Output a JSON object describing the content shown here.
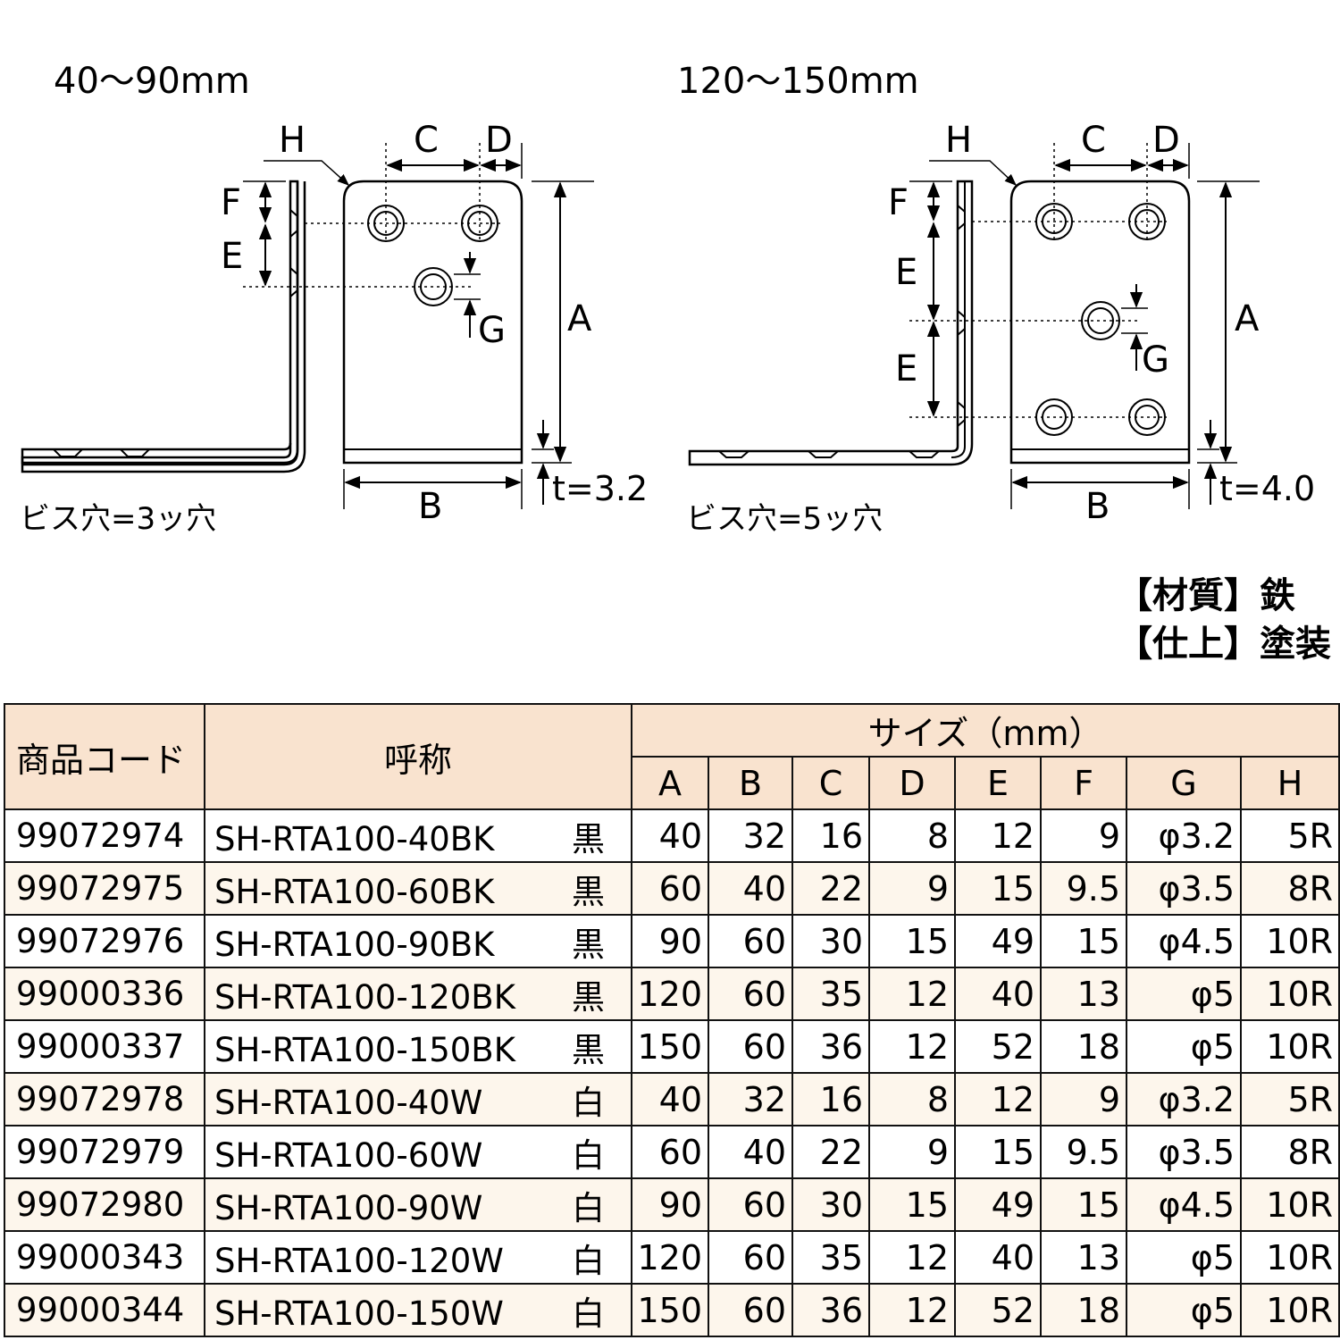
{
  "drawing_small": {
    "range": "40～90mm",
    "hole_note": "ビス穴=3ッ穴",
    "thickness": "t=3.2",
    "labels": {
      "A": "A",
      "B": "B",
      "C": "C",
      "D": "D",
      "E": "E",
      "F": "F",
      "G": "G",
      "H": "H"
    }
  },
  "drawing_large": {
    "range": "120～150mm",
    "hole_note": "ビス穴=5ッ穴",
    "thickness": "t=4.0",
    "labels": {
      "A": "A",
      "B": "B",
      "C": "C",
      "D": "D",
      "E": "E",
      "F": "F",
      "G": "G",
      "H": "H"
    }
  },
  "material": {
    "material_line": "【材質】鉄",
    "finish_line": "【仕上】塗装"
  },
  "table": {
    "header_code": "商品コード",
    "header_name": "呼称",
    "header_size": "サイズ（mm）",
    "size_columns": [
      "A",
      "B",
      "C",
      "D",
      "E",
      "F",
      "G",
      "H"
    ],
    "rows": [
      {
        "code": "99072974",
        "name": "SH-RTA100-40BK",
        "color": "黒",
        "A": "40",
        "B": "32",
        "C": "16",
        "D": "8",
        "E": "12",
        "F": "9",
        "G": "φ3.2",
        "H": "5R"
      },
      {
        "code": "99072975",
        "name": "SH-RTA100-60BK",
        "color": "黒",
        "A": "60",
        "B": "40",
        "C": "22",
        "D": "9",
        "E": "15",
        "F": "9.5",
        "G": "φ3.5",
        "H": "8R"
      },
      {
        "code": "99072976",
        "name": "SH-RTA100-90BK",
        "color": "黒",
        "A": "90",
        "B": "60",
        "C": "30",
        "D": "15",
        "E": "49",
        "F": "15",
        "G": "φ4.5",
        "H": "10R"
      },
      {
        "code": "99000336",
        "name": "SH-RTA100-120BK",
        "color": "黒",
        "A": "120",
        "B": "60",
        "C": "35",
        "D": "12",
        "E": "40",
        "F": "13",
        "G": "φ5",
        "H": "10R"
      },
      {
        "code": "99000337",
        "name": "SH-RTA100-150BK",
        "color": "黒",
        "A": "150",
        "B": "60",
        "C": "36",
        "D": "12",
        "E": "52",
        "F": "18",
        "G": "φ5",
        "H": "10R"
      },
      {
        "code": "99072978",
        "name": "SH-RTA100-40W",
        "color": "白",
        "A": "40",
        "B": "32",
        "C": "16",
        "D": "8",
        "E": "12",
        "F": "9",
        "G": "φ3.2",
        "H": "5R"
      },
      {
        "code": "99072979",
        "name": "SH-RTA100-60W",
        "color": "白",
        "A": "60",
        "B": "40",
        "C": "22",
        "D": "9",
        "E": "15",
        "F": "9.5",
        "G": "φ3.5",
        "H": "8R"
      },
      {
        "code": "99072980",
        "name": "SH-RTA100-90W",
        "color": "白",
        "A": "90",
        "B": "60",
        "C": "30",
        "D": "15",
        "E": "49",
        "F": "15",
        "G": "φ4.5",
        "H": "10R"
      },
      {
        "code": "99000343",
        "name": "SH-RTA100-120W",
        "color": "白",
        "A": "120",
        "B": "60",
        "C": "35",
        "D": "12",
        "E": "40",
        "F": "13",
        "G": "φ5",
        "H": "10R"
      },
      {
        "code": "99000344",
        "name": "SH-RTA100-150W",
        "color": "白",
        "A": "150",
        "B": "60",
        "C": "36",
        "D": "12",
        "E": "52",
        "F": "18",
        "G": "φ5",
        "H": "10R"
      }
    ]
  },
  "colors": {
    "header_bg": "#f9e3cf",
    "stripe_bg": "#fdf6ec",
    "line": "#111111"
  }
}
